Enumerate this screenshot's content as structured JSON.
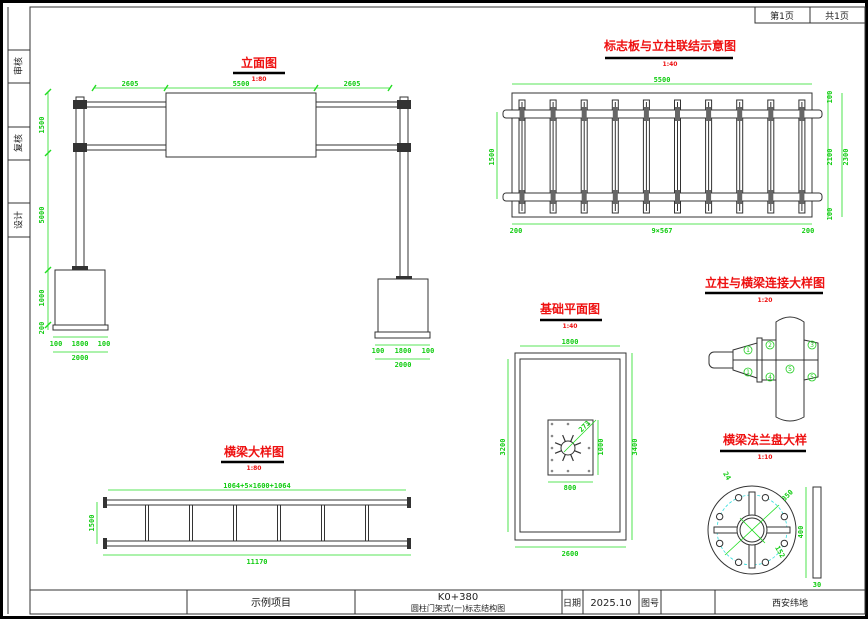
{
  "sheet": {
    "page_current": "第1页",
    "page_total": "共1页"
  },
  "side_strip": {
    "review": "审核",
    "recheck": "复核",
    "design": "设计"
  },
  "title_block": {
    "project": "示例项目",
    "station": "K0+380",
    "drawing_name": "圆柱门架式(一)标志结构图",
    "date_label": "日期",
    "date_value": "2025.10",
    "drawing_no_label": "图号",
    "drawing_no_value": "",
    "company": "西安纬地"
  },
  "views": {
    "elevation": {
      "title": "立面图",
      "scale": "1:80",
      "dims": {
        "left_span": "2605",
        "sign_width": "5500",
        "right_span": "2605",
        "upper": "1500",
        "post": "5000",
        "foundation": "1000",
        "base": "200",
        "margin_l": "100",
        "core": "1800",
        "margin_r": "100",
        "total": "2000"
      }
    },
    "sign_connection": {
      "title": "标志板与立柱联结示意图",
      "scale": "1:40",
      "dims": {
        "width": "5500",
        "tube_spacing": "1500",
        "top": "100",
        "middle": "2100",
        "bottom": "100",
        "height": "2300",
        "edge_l": "200",
        "pitch": "9×567",
        "edge_r": "200"
      }
    },
    "beam_detail": {
      "title": "横梁大样图",
      "scale": "1:80",
      "dims": {
        "segments": "1064+5×1600+1064",
        "height": "1500",
        "length": "11170"
      }
    },
    "foundation_plan": {
      "title": "基础平面图",
      "scale": "1:40",
      "dims": {
        "inner_width": "1800",
        "outer_width": "2600",
        "inner_height": "3200",
        "outer_height": "3400",
        "plate_width": "800",
        "plate_height": "1000",
        "diagonal": "273"
      }
    },
    "post_beam_joint": {
      "title": "立柱与横梁连接大样图",
      "scale": "1:20",
      "labels": [
        "1",
        "1",
        "2",
        "3",
        "4",
        "5",
        "5"
      ]
    },
    "flange_detail": {
      "title": "横梁法兰盘大样",
      "scale": "1:10",
      "dims": {
        "bolt_circle": "350",
        "hole": "24",
        "pipe": "152",
        "diameter": "400",
        "thickness": "30"
      }
    }
  }
}
